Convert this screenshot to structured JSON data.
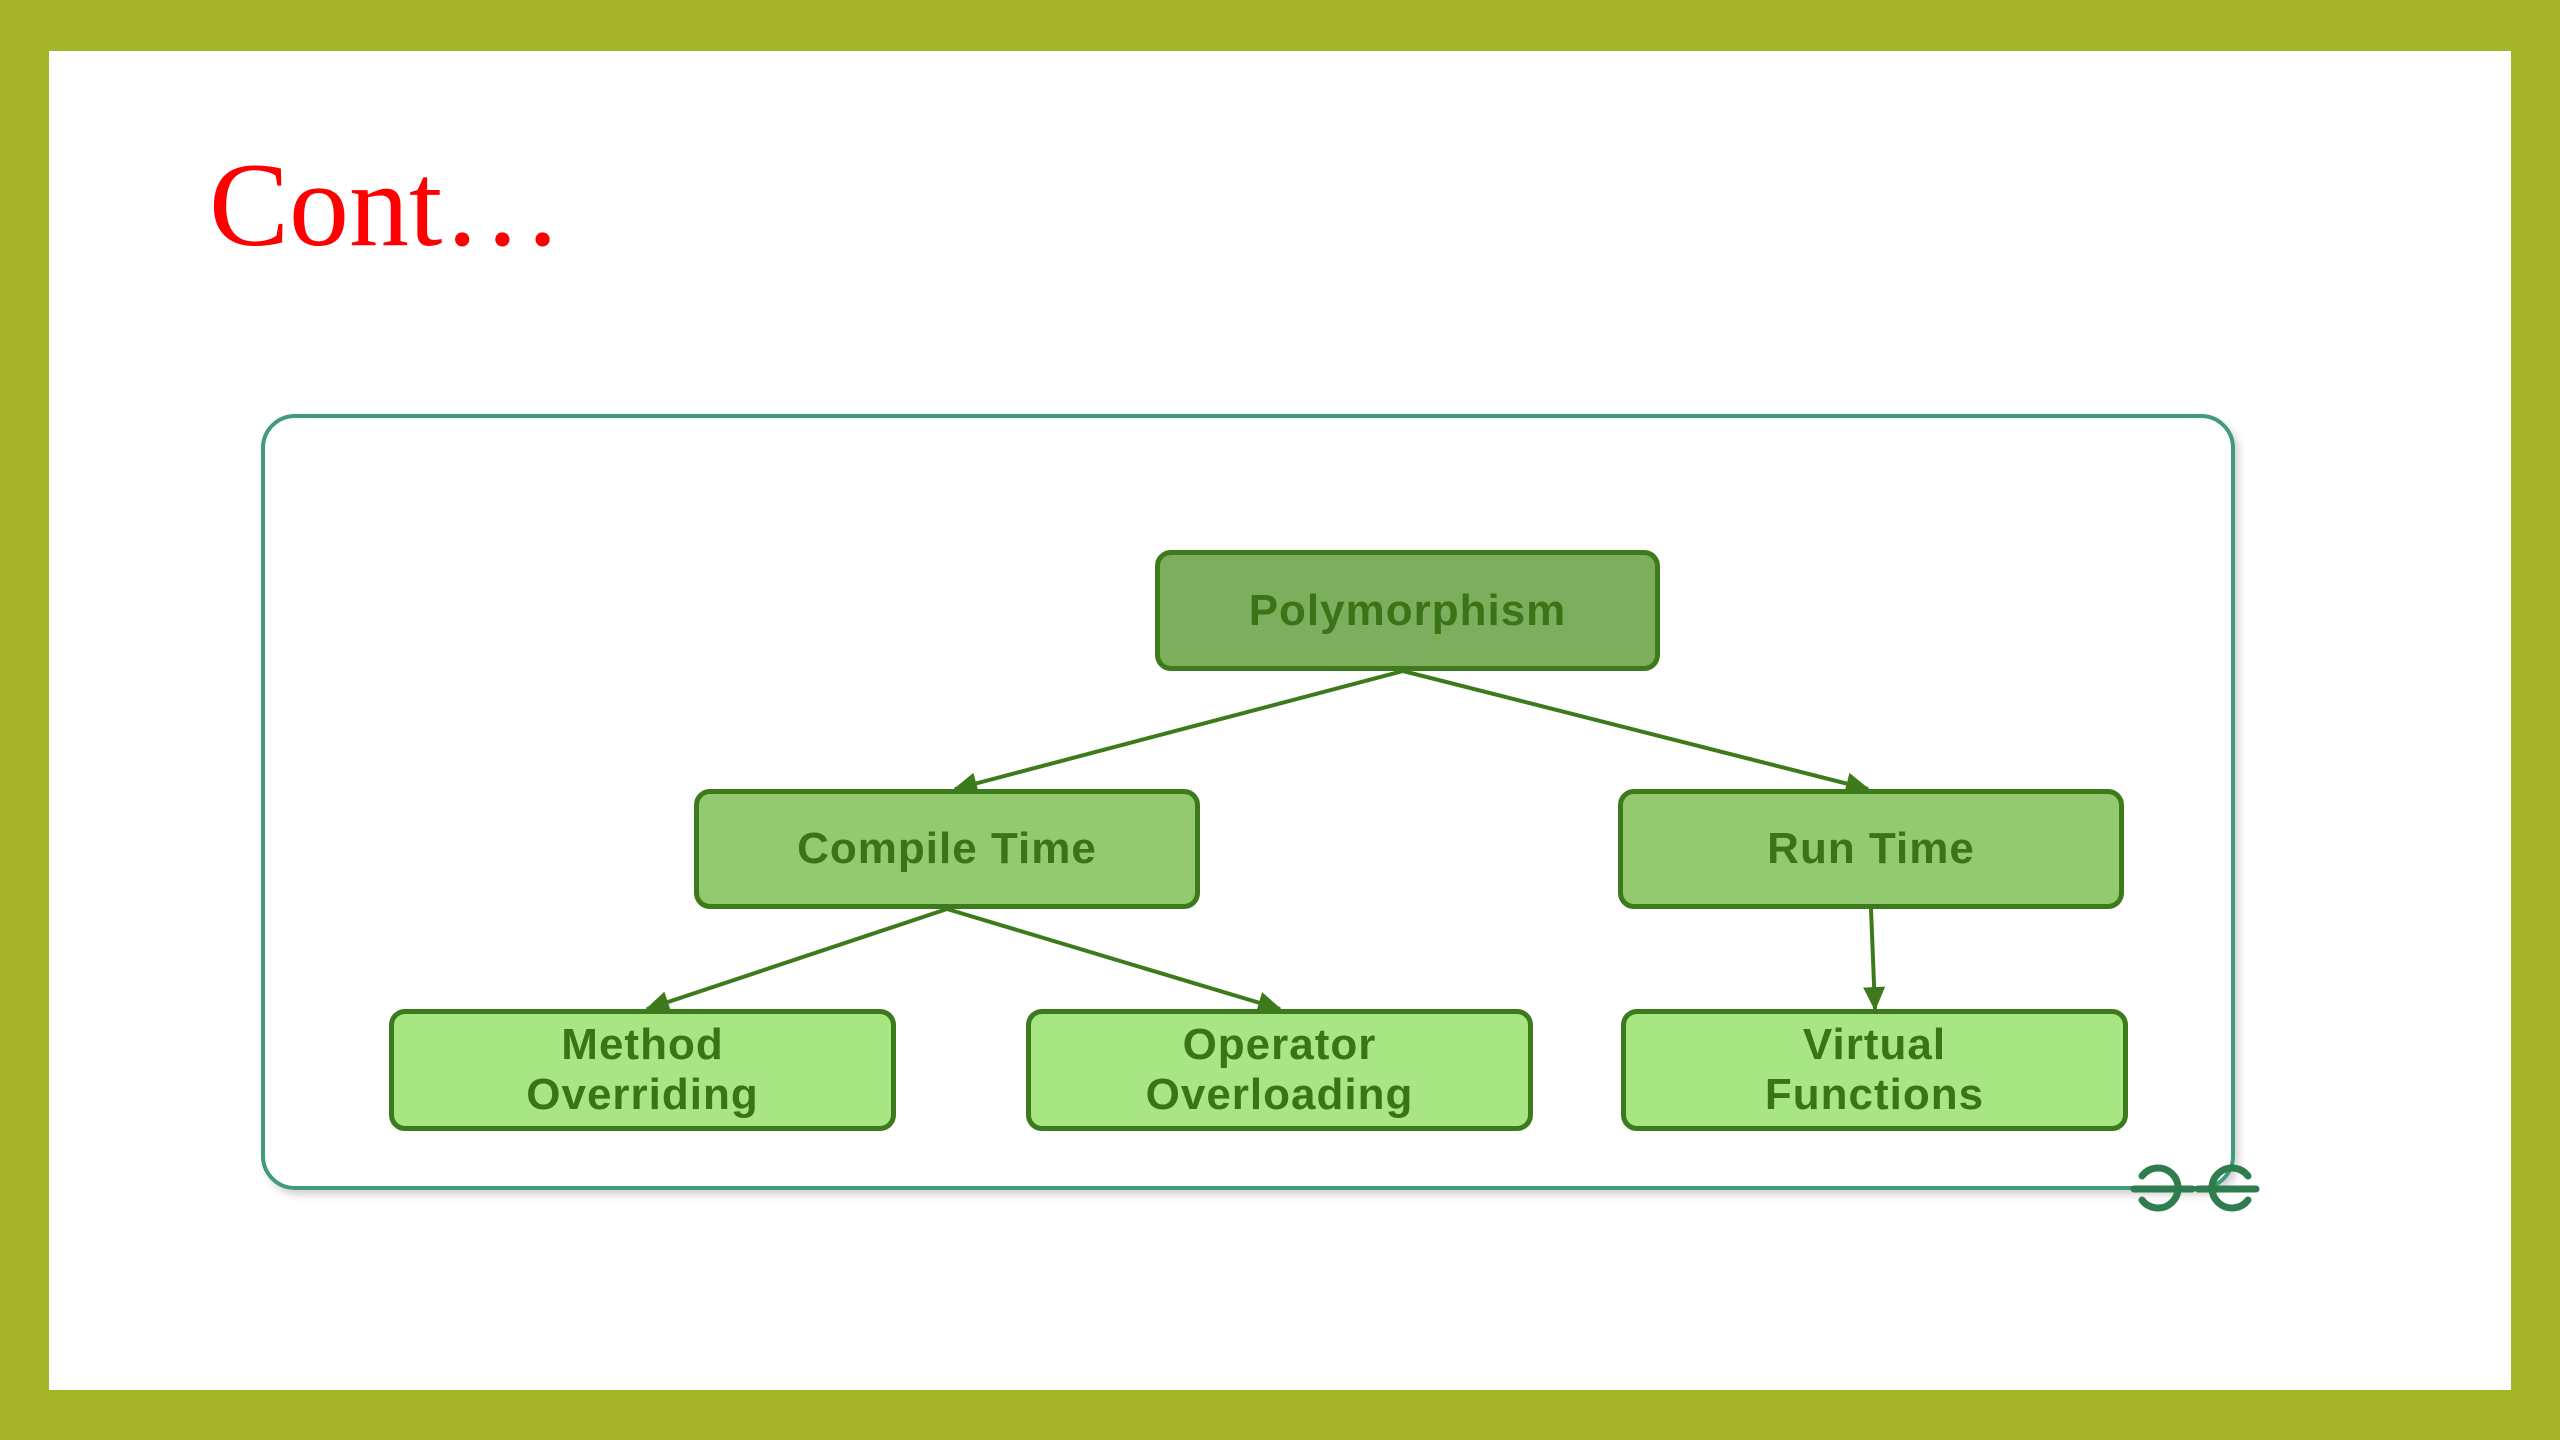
{
  "slide": {
    "title": "Cont…"
  },
  "diagram": {
    "root": "Polymorphism",
    "branches": [
      {
        "label": "Compile Time",
        "children": [
          "Method\nOverriding",
          "Operator\nOverloading"
        ]
      },
      {
        "label": "Run Time",
        "children": [
          "Virtual\nFunctions"
        ]
      }
    ],
    "logo": "geeksforgeeks-logo"
  },
  "colors": {
    "border_band": "#a4b628",
    "title": "#ff0000",
    "frame": "#3f9c76",
    "node_border": "#3d7a1c",
    "node_text": "#3a7417",
    "root_fill": "#7dae5e",
    "branch_fill": "#93c96f",
    "leaf_fill": "#a8e583"
  }
}
